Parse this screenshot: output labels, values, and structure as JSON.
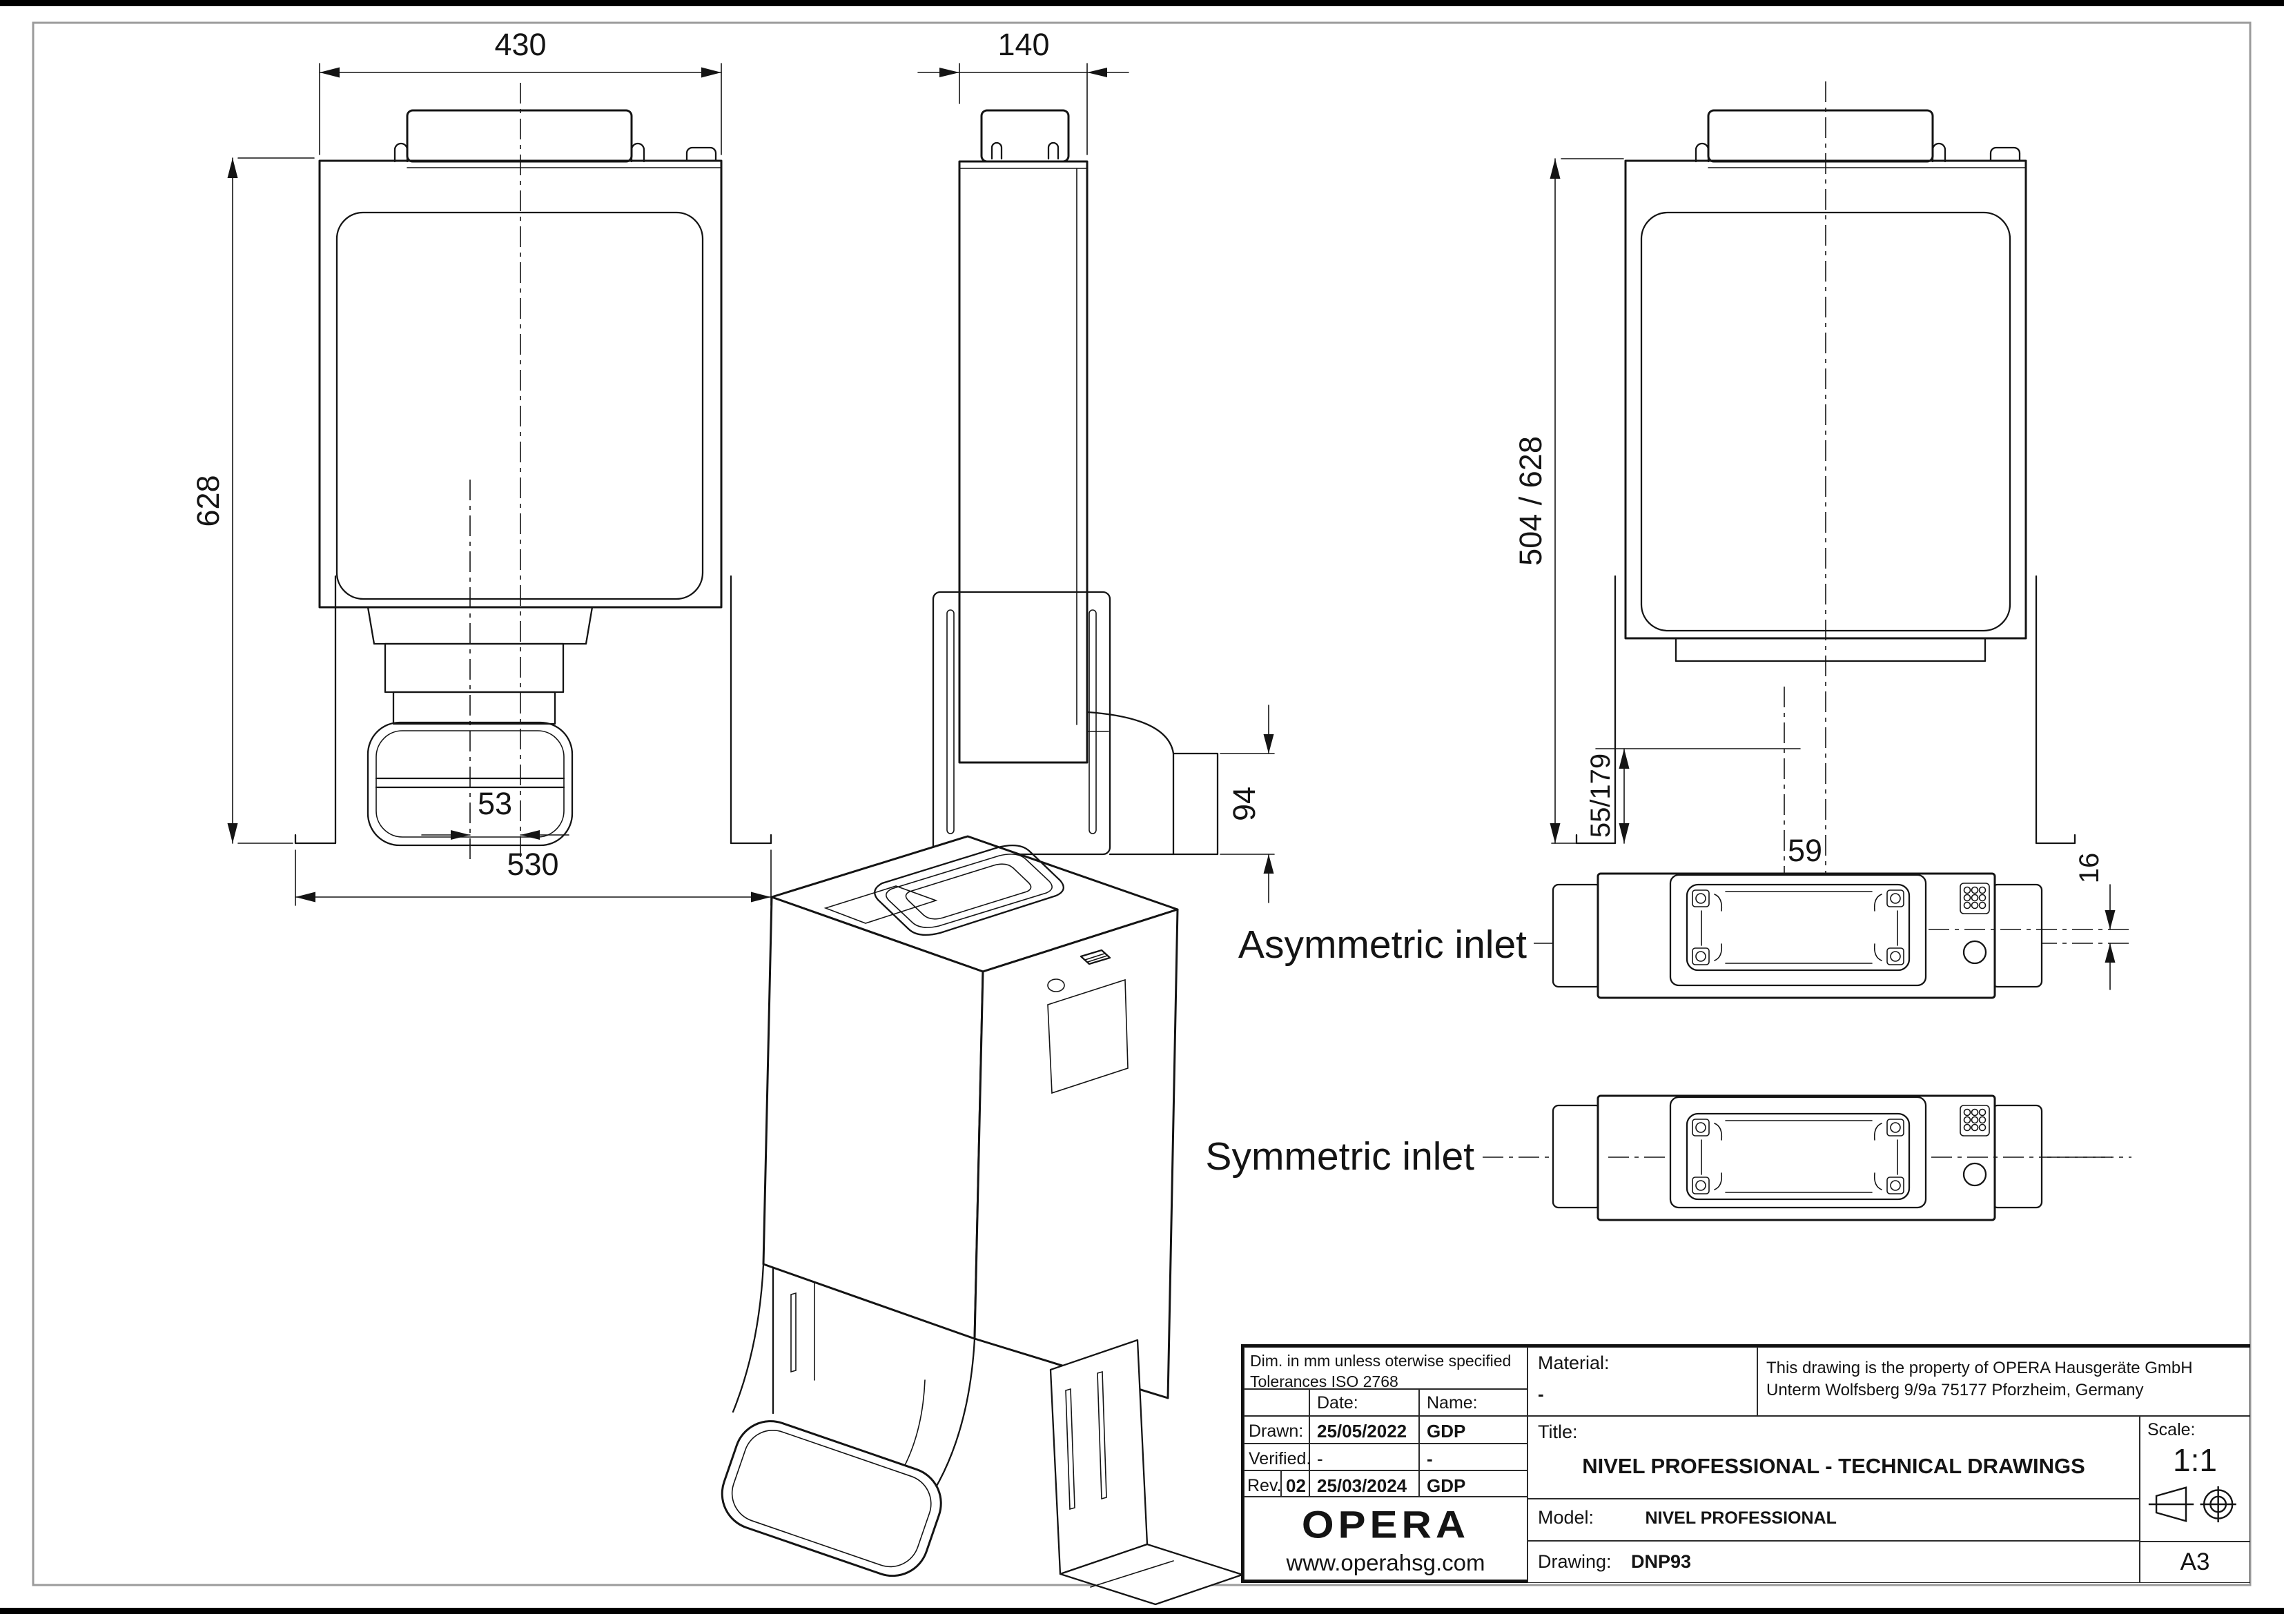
{
  "colors": {
    "line": "#141414",
    "frame": "#9b9b9b",
    "background": "#ffffff"
  },
  "views": {
    "front": {
      "dim_width_top": "430",
      "dim_height": "628",
      "dim_offset": "53",
      "dim_width_bottom": "530"
    },
    "side": {
      "dim_width": "140",
      "dim_outlet_height": "94"
    },
    "rear": {
      "dim_height": "504 / 628",
      "dim_bracket": "55/179",
      "dim_offset": "59"
    },
    "inlet_details": {
      "asymmetric_label": "Asymmetric inlet",
      "symmetric_label": "Symmetric inlet",
      "dim_offset": "16"
    }
  },
  "title_block": {
    "tolerances_line1": "Dim. in mm unless oterwise specified",
    "tolerances_line2": "Tolerances ISO 2768",
    "date_header": "Date:",
    "name_header": "Name:",
    "drawn_label": "Drawn:",
    "drawn_date": "25/05/2022",
    "drawn_name": "GDP",
    "verified_label": "Verified.:",
    "verified_date": "-",
    "verified_name": "-",
    "rev_label": "Rev.:",
    "rev_number": "02",
    "rev_date": "25/03/2024",
    "rev_name": "GDP",
    "material_label": "Material:",
    "material_value": "-",
    "property_line1": "This drawing is the property of OPERA Hausgeräte GmbH",
    "property_line2": "Unterm Wolfsberg 9/9a 75177 Pforzheim, Germany",
    "title_label": "Title:",
    "title_value": "NIVEL PROFESSIONAL - TECHNICAL DRAWINGS",
    "scale_label": "Scale:",
    "scale_value": "1:1",
    "model_label": "Model:",
    "model_value": "NIVEL PROFESSIONAL",
    "drawing_label": "Drawing:",
    "drawing_value": "DNP93",
    "paper_size": "A3",
    "logo_text": "OPERA",
    "logo_url": "www.operahsg.com"
  }
}
